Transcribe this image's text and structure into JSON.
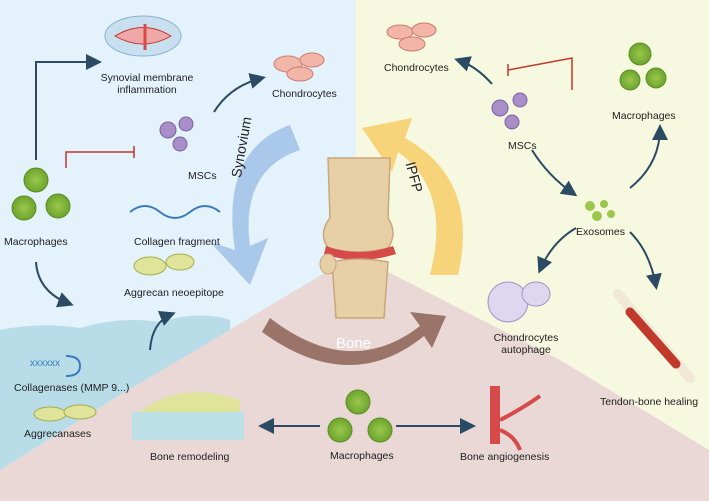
{
  "regions": {
    "synovium": "Synovium",
    "ipfp": "IPFP",
    "bone": "Bone"
  },
  "synovium_panel": {
    "synovial_inflammation": "Synovial membrane inflammation",
    "chondrocytes": "Chondrocytes",
    "mscs": "MSCs",
    "macrophages": "Macrophages",
    "collagen_fragment": "Collagen fragment",
    "aggrecan_neoepitope": "Aggrecan neoepitope",
    "collagenases": "Collagenases (MMP 9...)",
    "aggrecanases": "Aggrecanases"
  },
  "ipfp_panel": {
    "chondrocytes": "Chondrocytes",
    "macrophages": "Macrophages",
    "mscs": "MSCs",
    "exosomes": "Exosomes",
    "chondrocytes_autophage": "Chondrocytes autophage",
    "tendon_bone_healing": "Tendon-bone healing"
  },
  "bone_panel": {
    "bone_remodeling": "Bone remodeling",
    "macrophages": "Macrophages",
    "bone_angiogenesis": "Bone angiogenesis"
  },
  "colors": {
    "synovium_bg": "#e3f2fb",
    "ipfp_bg": "#f6f8df",
    "bone_bg": "#e9d8d5",
    "fluid_bg": "#b9dde8",
    "arrow_dark": "#2b4a63",
    "inhibit_red": "#c0392b",
    "synovium_arrow": "#a9c8ea",
    "ipfp_arrow": "#f7d37a",
    "bone_arrow": "#9a7468"
  }
}
